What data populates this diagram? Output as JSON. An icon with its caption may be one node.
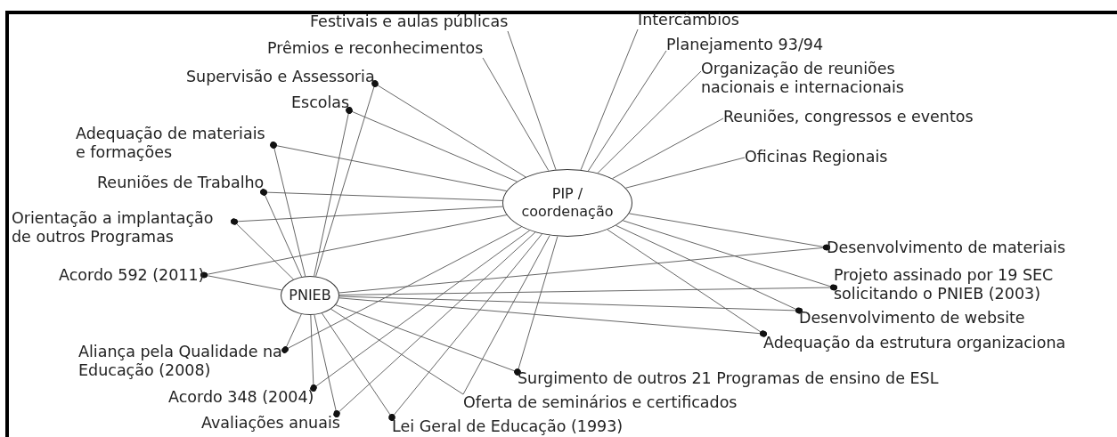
{
  "diagram": {
    "nodes": [
      {
        "text": [
          "PIP / coordenação"
        ]
      },
      {
        "text": [
          "PNIEB"
        ]
      },
      {
        "text": [
          "Festivais e aulas públicas"
        ]
      },
      {
        "text": [
          "Prêmios e reconhecimentos"
        ]
      },
      {
        "text": [
          "Intercâmbios"
        ]
      },
      {
        "text": [
          "Planejamento 93/94"
        ]
      },
      {
        "text": [
          "Organização de reuniões nacionais e internacionais"
        ]
      },
      {
        "text": [
          "Reuniões, congressos e eventos"
        ]
      },
      {
        "text": [
          "Oficinas Regionais"
        ]
      },
      {
        "text": [
          "Supervisão e Assessoria"
        ]
      },
      {
        "text": [
          "Escolas"
        ]
      },
      {
        "text": [
          "Adequação de materiais e formações"
        ]
      },
      {
        "text": [
          "Reuniões de Trabalho"
        ]
      },
      {
        "text": [
          "Orientação a implantação de outros Programas"
        ]
      },
      {
        "text": [
          "Acordo 592 (2011)"
        ]
      },
      {
        "text": [
          "Aliança pela Qualidade na Educação (2008)"
        ]
      },
      {
        "text": [
          "Acordo 348 (2004)"
        ]
      },
      {
        "text": [
          "Avaliações anuais"
        ]
      },
      {
        "text": [
          "Lei Geral de Educação (1993)"
        ]
      },
      {
        "text": [
          "Oferta de seminários e certificados"
        ]
      },
      {
        "text": [
          "Surgimento de outros 21 Programas de ensino de ESL"
        ]
      },
      {
        "text": [
          "Desenvolvimento de materiais"
        ]
      },
      {
        "text": [
          "Projeto assinado por 19 SEC solicitando o PNIEB (2003)"
        ]
      },
      {
        "text": [
          "Desenvolvimento de website"
        ]
      },
      {
        "text": [
          "Adequação da estrutura organizaciona"
        ]
      }
    ],
    "edges": [
      {
        "from": 0,
        "to": 2,
        "arrow": "none"
      },
      {
        "from": 0,
        "to": 3,
        "arrow": "none"
      },
      {
        "from": 0,
        "to": 4,
        "arrow": "none"
      },
      {
        "from": 0,
        "to": 5,
        "arrow": "none"
      },
      {
        "from": 0,
        "to": 6,
        "arrow": "none"
      },
      {
        "from": 0,
        "to": 7,
        "arrow": "none"
      },
      {
        "from": 0,
        "to": 8,
        "arrow": "none"
      },
      {
        "from": 0,
        "to": 9,
        "arrow": "other"
      },
      {
        "from": 1,
        "to": 9,
        "arrow": "other"
      },
      {
        "from": 0,
        "to": 10,
        "arrow": "other"
      },
      {
        "from": 1,
        "to": 10,
        "arrow": "other"
      },
      {
        "from": 0,
        "to": 11,
        "arrow": "other"
      },
      {
        "from": 1,
        "to": 11,
        "arrow": "other"
      },
      {
        "from": 0,
        "to": 12,
        "arrow": "other"
      },
      {
        "from": 1,
        "to": 12,
        "arrow": "other"
      },
      {
        "from": 0,
        "to": 13,
        "arrow": "other"
      },
      {
        "from": 1,
        "to": 13,
        "arrow": "other"
      },
      {
        "from": 0,
        "to": 14,
        "arrow": "other"
      },
      {
        "from": 1,
        "to": 14,
        "arrow": "other"
      },
      {
        "from": 0,
        "to": 15,
        "arrow": "other"
      },
      {
        "from": 1,
        "to": 15,
        "arrow": "other"
      },
      {
        "from": 0,
        "to": 16,
        "arrow": "other"
      },
      {
        "from": 1,
        "to": 16,
        "arrow": "other"
      },
      {
        "from": 0,
        "to": 17,
        "arrow": "other"
      },
      {
        "from": 1,
        "to": 17,
        "arrow": "other"
      },
      {
        "from": 0,
        "to": 18,
        "arrow": "other"
      },
      {
        "from": 1,
        "to": 18,
        "arrow": "other"
      },
      {
        "from": 0,
        "to": 19,
        "arrow": "none"
      },
      {
        "from": 1,
        "to": 19,
        "arrow": "none"
      },
      {
        "from": 0,
        "to": 20,
        "arrow": "other"
      },
      {
        "from": 1,
        "to": 20,
        "arrow": "other"
      },
      {
        "from": 0,
        "to": 21,
        "arrow": "other"
      },
      {
        "from": 1,
        "to": 21,
        "arrow": "other"
      },
      {
        "from": 0,
        "to": 22,
        "arrow": "other"
      },
      {
        "from": 1,
        "to": 22,
        "arrow": "other"
      },
      {
        "from": 0,
        "to": 23,
        "arrow": "other"
      },
      {
        "from": 1,
        "to": 23,
        "arrow": "other"
      },
      {
        "from": 0,
        "to": 24,
        "arrow": "other"
      },
      {
        "from": 1,
        "to": 24,
        "arrow": "other"
      }
    ]
  }
}
